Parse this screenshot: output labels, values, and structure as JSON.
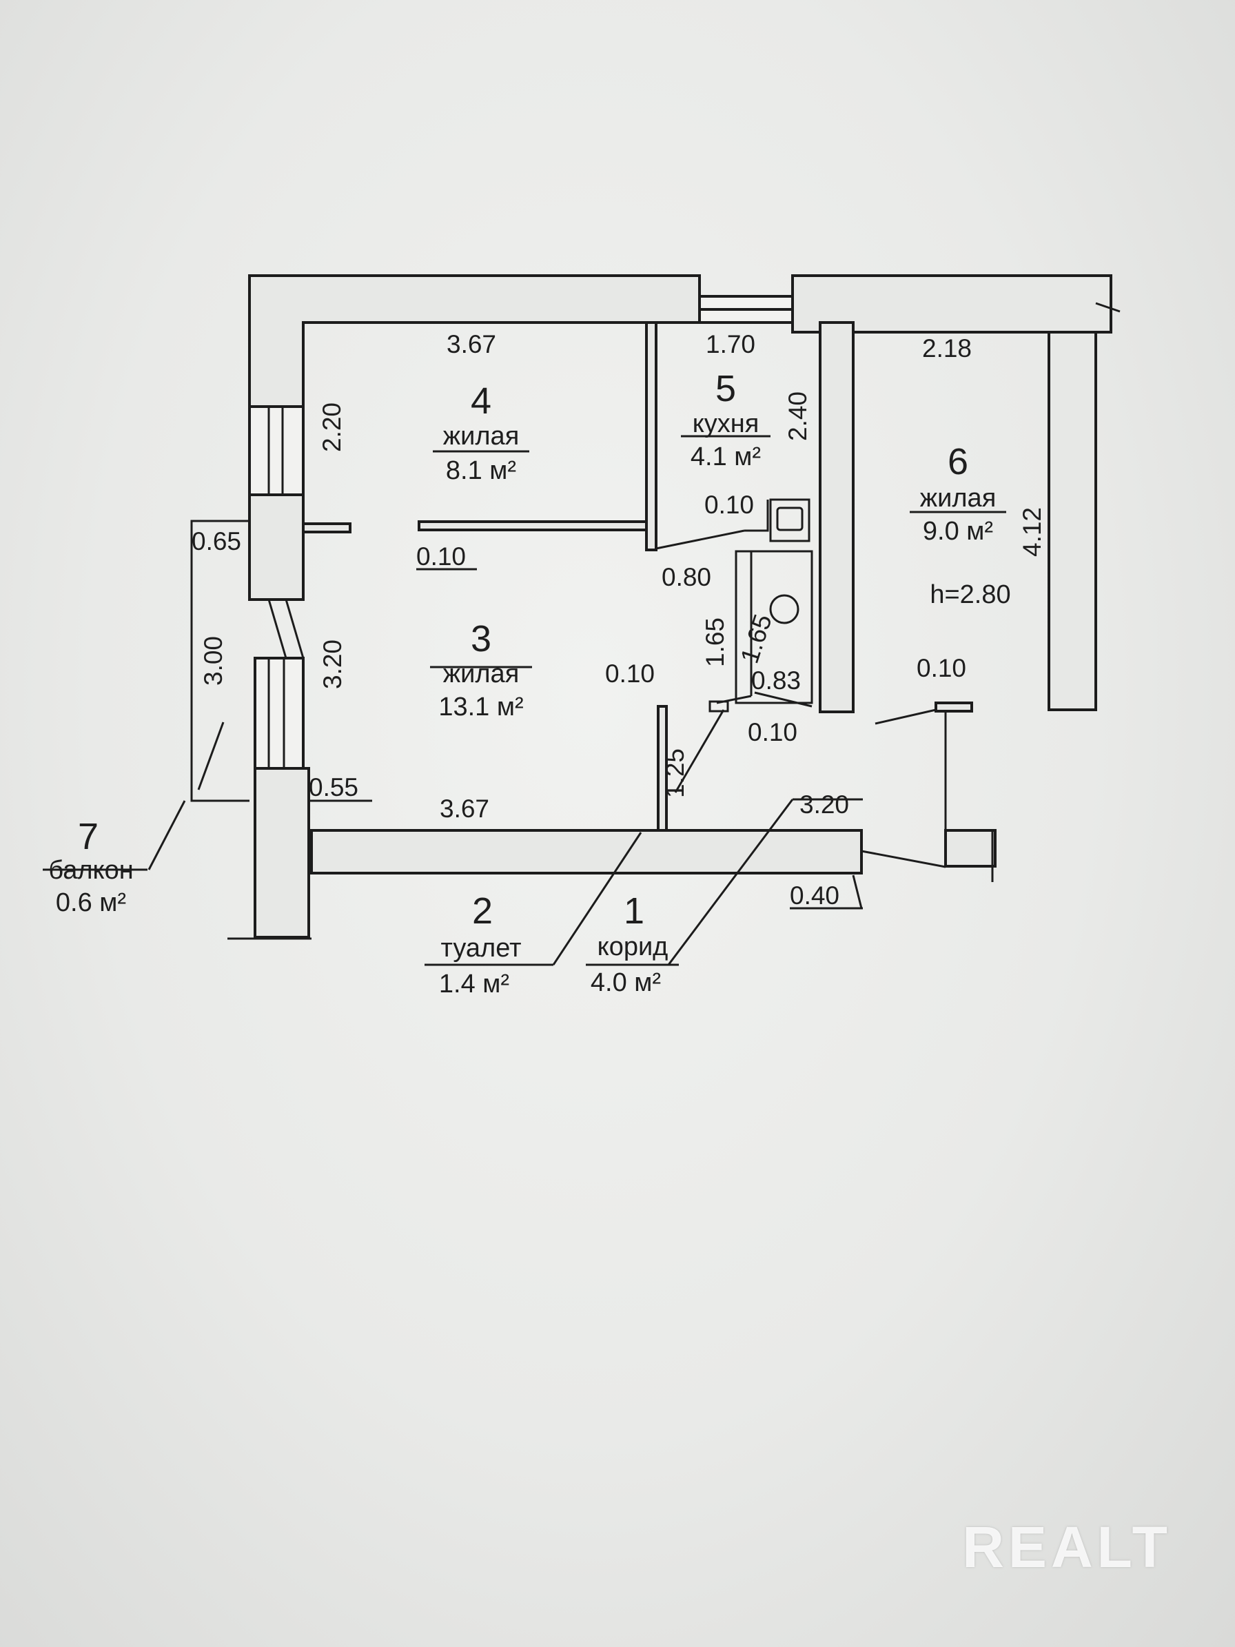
{
  "rooms": [
    {
      "id": "4",
      "name": "жилая",
      "area": "8.1 м²"
    },
    {
      "id": "5",
      "name": "кухня",
      "area": "4.1 м²"
    },
    {
      "id": "6",
      "name": "жилая",
      "area": "9.0 м²",
      "height_note": "h=2.80"
    },
    {
      "id": "3",
      "name": "жилая",
      "area": "13.1 м²"
    },
    {
      "id": "7",
      "name": "балкон",
      "area": "0.6 м²"
    },
    {
      "id": "2",
      "name": "туалет",
      "area": "1.4 м²"
    },
    {
      "id": "1",
      "name": "корид",
      "area": "4.0 м²"
    }
  ],
  "dimensions": {
    "r4_width": "3.67",
    "r4_depth": "2.20",
    "r5_width": "1.70",
    "r5_depth": "2.40",
    "r6_width": "2.18",
    "r6_depth": "4.12",
    "partition_a": "0.10",
    "partition_b": "0.10",
    "partition_c": "0.10",
    "partition_d": "0.10",
    "partition_e": "0.10",
    "niche_width": "0.80",
    "wc_depth_a": "1.65",
    "wc_depth_b": "1.65",
    "wc_width": "0.83",
    "r3_depth": "3.20",
    "r3_width": "3.67",
    "corridor_depth": "1.25",
    "corridor_width": "3.20",
    "corridor_step": "0.40",
    "balcony_depth": "0.65",
    "balcony_length": "3.00",
    "window_pier": "0.55"
  },
  "watermark": "REALT"
}
